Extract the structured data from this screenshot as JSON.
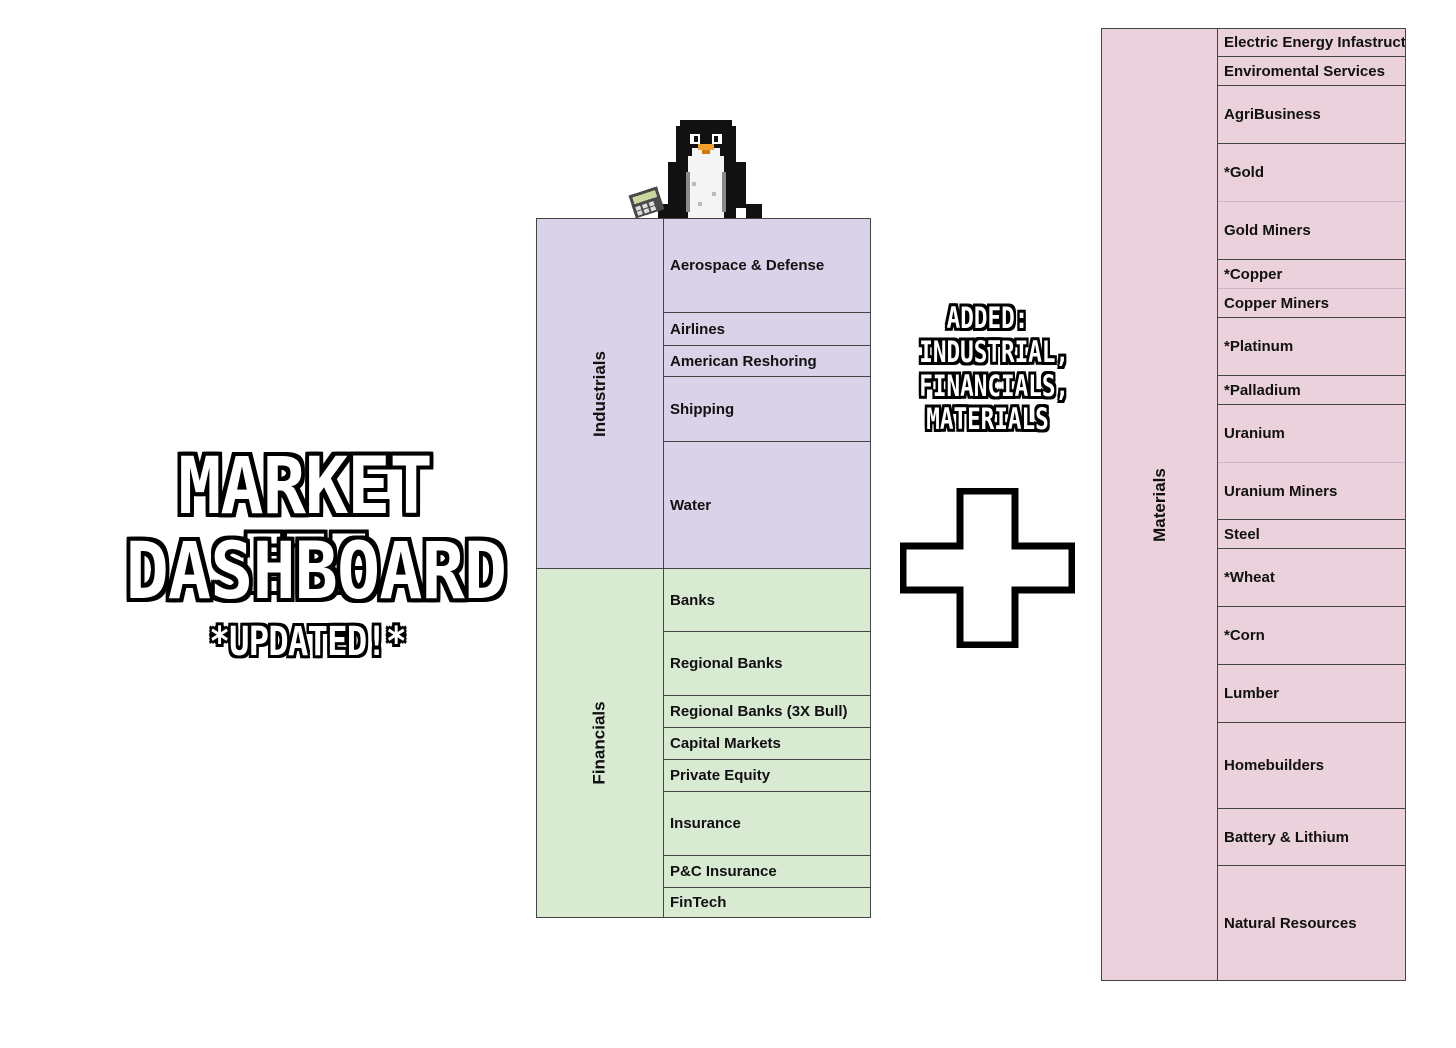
{
  "title": {
    "line1": "MARKET ETF",
    "line2": "DASHBOARD",
    "line3": "*UPDATED!*"
  },
  "added_note": {
    "line1": "ADDED:",
    "line2": "INDUSTRIAL,",
    "line3": "FINANCIALS,",
    "line4": "MATERIALS"
  },
  "colors": {
    "industrials": "#d9d2e9",
    "financials": "#d9ead3",
    "materials": "#ead1dc"
  },
  "icons": [
    "penguin-icon",
    "calculator-icon",
    "plus-icon"
  ],
  "industrials": {
    "label": "Industrials",
    "items": [
      "Aerospace & Defense",
      "Airlines",
      "American Reshoring",
      "Shipping",
      "Water"
    ]
  },
  "financials": {
    "label": "Financials",
    "items": [
      "Banks",
      "Regional Banks",
      "Regional Banks (3X Bull)",
      "Capital Markets",
      "Private Equity",
      "Insurance",
      "P&C Insurance",
      "FinTech"
    ]
  },
  "materials": {
    "label": "Materials",
    "items": [
      "Electric Energy Infastructure",
      "Enviromental Services",
      "AgriBusiness",
      "*Gold",
      "Gold Miners",
      "*Copper",
      "Copper Miners",
      "*Platinum",
      "*Palladium",
      "Uranium",
      "Uranium Miners",
      "Steel",
      "*Wheat",
      "*Corn",
      "Lumber",
      "Homebuilders",
      "Battery & Lithium",
      "Natural Resources"
    ]
  }
}
